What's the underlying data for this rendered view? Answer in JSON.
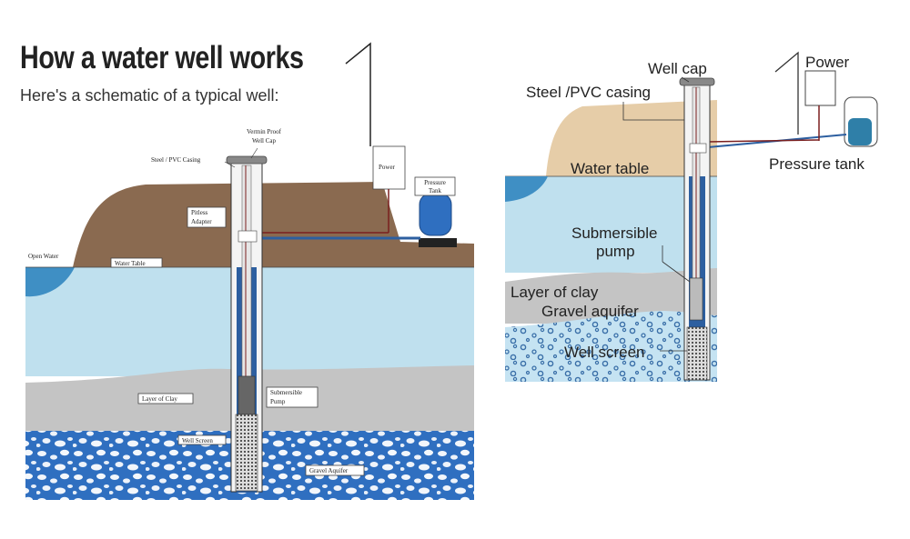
{
  "header": {
    "title": "How a water well works",
    "subtitle": "Here's a schematic of a typical well:"
  },
  "left_diagram": {
    "labels": {
      "well_cap": [
        "Vermin Proof",
        "Well Cap"
      ],
      "casing": "Steel / PVC Casing",
      "power": "Power",
      "pressure_tank": [
        "Pressure",
        "Tank"
      ],
      "pitless_adapter": [
        "Pitless",
        "Adapter"
      ],
      "open_water": "Open Water",
      "water_table": "Water Table",
      "layer_of_clay": "Layer of Clay",
      "submersible_pump": [
        "Submersible",
        "Pump"
      ],
      "well_screen": "Well Screen",
      "gravel_aquifer": "Gravel Aquifer"
    }
  },
  "right_diagram": {
    "labels": {
      "well_cap": "Well cap",
      "casing": "Steel /PVC casing",
      "power": "Power",
      "pressure_tank": "Pressure tank",
      "water_table": "Water table",
      "submersible_pump": [
        "Submersible",
        "pump"
      ],
      "layer_of_clay": "Layer of clay",
      "gravel_aquifer": "Gravel aquifer",
      "well_screen": "Well screen"
    }
  },
  "colors": {
    "soil": "#8a6a50",
    "sand": "#e6cda8",
    "water_light": "#bfe0ee",
    "water_lake": "#3f8fc4",
    "clay": "#c4c4c4",
    "aquifer": "#2f6fc0",
    "pipe": "#2d5fa0",
    "power_line": "#7a1f1f"
  }
}
